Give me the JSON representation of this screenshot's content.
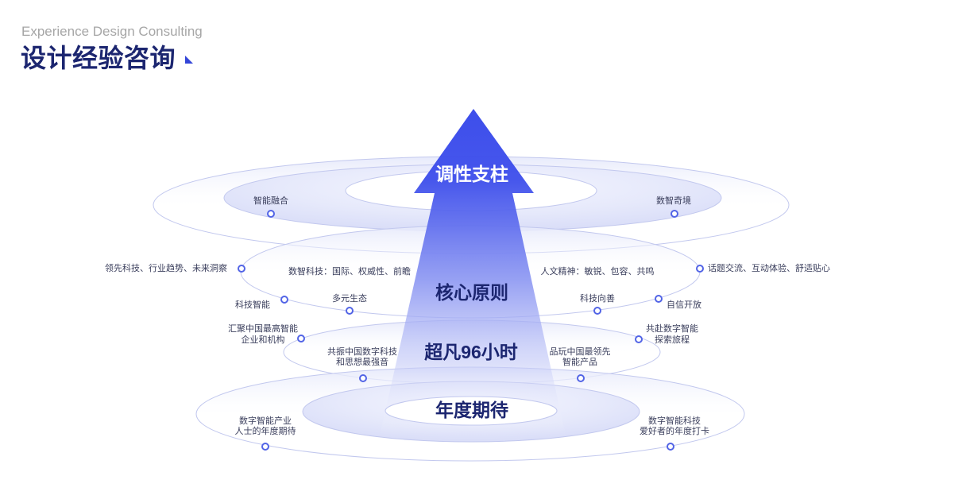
{
  "header": {
    "subtitle": "Experience Design Consulting",
    "title": "设计经验咨询",
    "title_icon": "corner-triangle-icon"
  },
  "colors": {
    "title": "#1c2670",
    "subtitle": "#a6a6a6",
    "title-icon": "#3446d8",
    "arrow-top": "#3d4eeb",
    "arrow-mid": "#8a95f2",
    "level-title": "#1c2670",
    "level-title-on-arrow": "#ffffff",
    "ring-stroke": "#c2c8ee",
    "ring-fill": "#d9ddf8",
    "label-text": "#3a3e5c",
    "dot-stroke": "#5264e6"
  },
  "diagram": {
    "levels": [
      {
        "title": "调性支柱",
        "points": [
          {
            "lines": [
              "智能融合"
            ]
          },
          {
            "lines": [
              "数智奇境"
            ]
          }
        ]
      },
      {
        "title": "核心原则",
        "points": [
          {
            "lines": [
              "领先科技、行业趋势、未来洞察"
            ]
          },
          {
            "lines": [
              "数智科技：国际、权威性、前瞻"
            ]
          },
          {
            "lines": [
              "人文精神：敏锐、包容、共鸣"
            ]
          },
          {
            "lines": [
              "话题交流、互动体验、舒适贴心"
            ]
          },
          {
            "lines": [
              "科技智能"
            ]
          },
          {
            "lines": [
              "多元生态"
            ]
          },
          {
            "lines": [
              "科技向善"
            ]
          },
          {
            "lines": [
              "自信开放"
            ]
          }
        ]
      },
      {
        "title": "超凡96小时",
        "points": [
          {
            "lines": [
              "汇聚中国最高智能",
              "企业和机构"
            ]
          },
          {
            "lines": [
              "共赴数字智能",
              "探索旅程"
            ]
          },
          {
            "lines": [
              "共振中国数字科技",
              "和思想最强音"
            ]
          },
          {
            "lines": [
              "品玩中国最领先",
              "智能产品"
            ]
          }
        ]
      },
      {
        "title": "年度期待",
        "points": [
          {
            "lines": [
              "数字智能产业",
              "人士的年度期待"
            ]
          },
          {
            "lines": [
              "数字智能科技",
              "爱好者的年度打卡"
            ]
          }
        ]
      }
    ]
  }
}
